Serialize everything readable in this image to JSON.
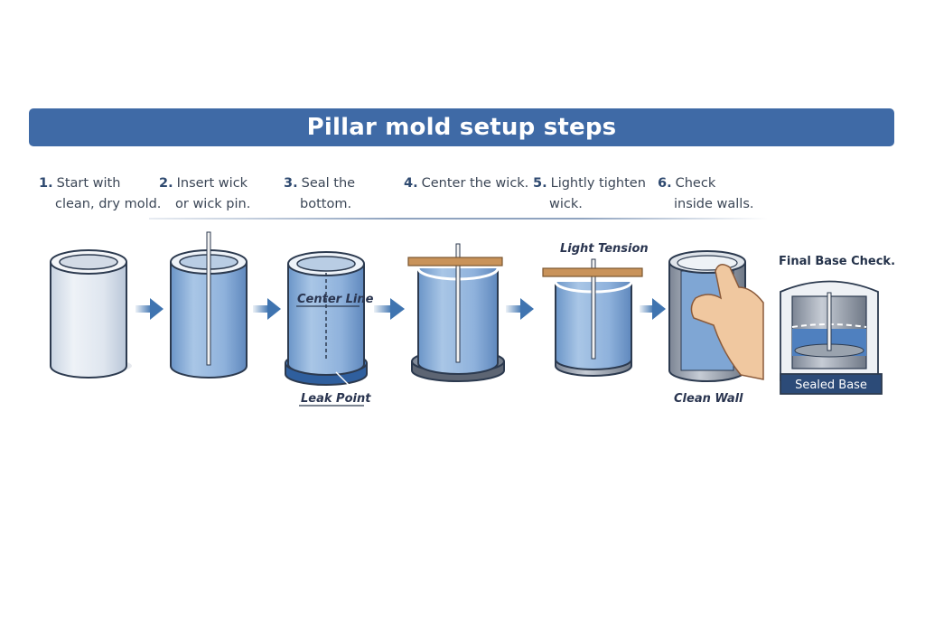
{
  "title": "Pillar mold setup steps",
  "steps": [
    {
      "num": "1.",
      "line1": "Start with",
      "line2": "clean, dry mold."
    },
    {
      "num": "2.",
      "line1": "Insert wick",
      "line2": "or wick pin."
    },
    {
      "num": "3.",
      "line1": "Seal the",
      "line2": "bottom."
    },
    {
      "num": "4.",
      "line1": "Center the wick.",
      "line2": ""
    },
    {
      "num": "5.",
      "line1": "Lightly tighten",
      "line2": "wick."
    },
    {
      "num": "6.",
      "line1": "Check",
      "line2": "inside walls."
    }
  ],
  "annotations": {
    "center_line": "Center Line",
    "leak_point": "Leak Point",
    "light_tension": "Light Tension",
    "clean_wall": "Clean Wall",
    "final_base_check": "Final Base Check.",
    "sealed_base": "Sealed Base"
  },
  "colors": {
    "banner": "#3f6aa6",
    "arrow": "#3f74b0",
    "mold_blue": "#7fa6d4",
    "bar_wood": "#c9935a"
  }
}
